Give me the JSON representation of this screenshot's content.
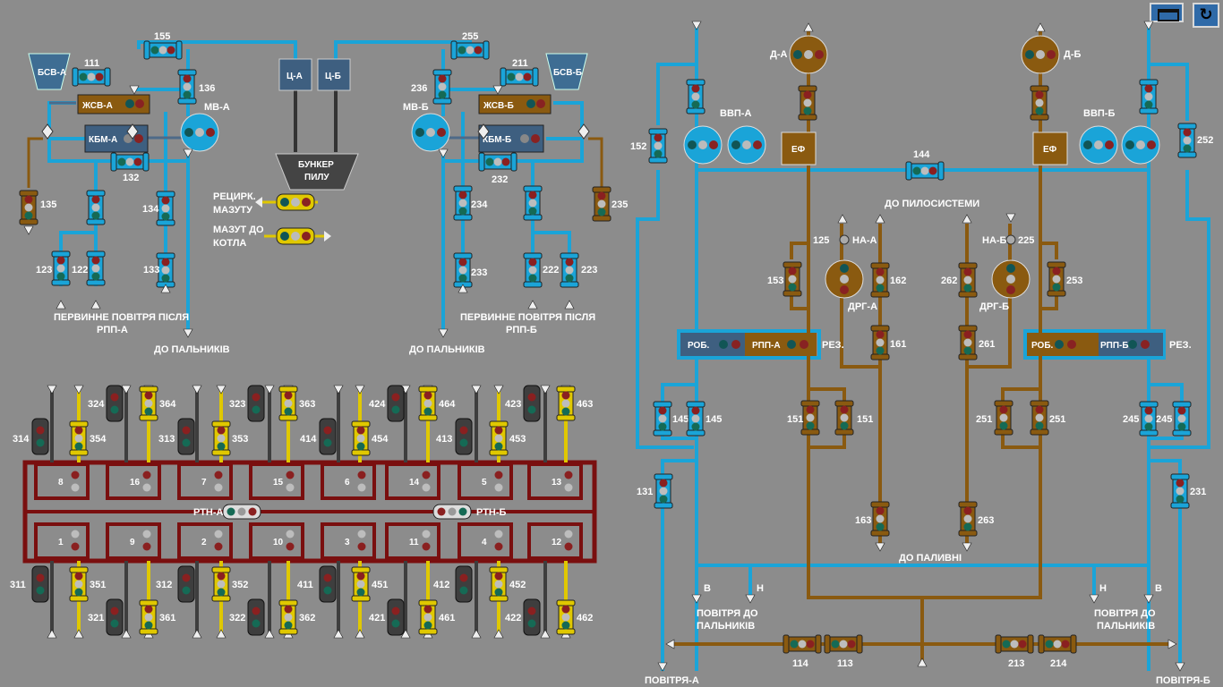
{
  "toolbar": {
    "window_icon": "window-icon",
    "back_icon": "refresh-icon"
  },
  "colors": {
    "air": "#1aa4d8",
    "fuel": "#8a5a10",
    "bg": "#8c8c8c",
    "grey_block": "#3e5f80",
    "yellow": "#e0c800",
    "dark": "#4a4a4a",
    "red": "#7a0f0f"
  },
  "left": {
    "bsv_a": "БСВ-А",
    "bsv_b": "БСВ-Б",
    "zhsv_a": "ЖСВ-А",
    "zhsv_b": "ЖСВ-Б",
    "kbm_a": "КБМ-А",
    "kbm_b": "КБМ-Б",
    "mv_a": "МВ-А",
    "mv_b": "МВ-Б",
    "c_a": "Ц-А",
    "c_b": "Ц-Б",
    "bunker": [
      "БУНКЕР",
      "ПИЛУ"
    ],
    "recirc": [
      "РЕЦИРК.",
      "МАЗУТУ"
    ],
    "mazut": [
      "МАЗУТ ДО",
      "КОТЛА"
    ],
    "primary_a": [
      "ПЕРВИННЕ ПОВІТРЯ ПІСЛЯ",
      "РПП-А"
    ],
    "primary_b": [
      "ПЕРВИННЕ ПОВІТРЯ ПІСЛЯ",
      "РПП-Б"
    ],
    "to_burners": "ДО ПАЛЬНИКІВ",
    "valves": {
      "v155": "155",
      "v255": "255",
      "v111": "111",
      "v211": "211",
      "v136": "136",
      "v236": "236",
      "v132": "132",
      "v232": "232",
      "v135": "135",
      "v235": "235",
      "v134": "134",
      "v234": "234",
      "v133": "133",
      "v233": "233",
      "v123": "123",
      "v122": "122",
      "v222": "222",
      "v223": "223"
    }
  },
  "burners": {
    "top_row": [
      "8",
      "16",
      "7",
      "15",
      "6",
      "14",
      "5",
      "13"
    ],
    "bottom_row": [
      "1",
      "9",
      "2",
      "10",
      "3",
      "11",
      "4",
      "12"
    ],
    "rtn_a": "РТН-А",
    "rtn_b": "РТН-Б",
    "top_valves": [
      "314",
      "324",
      "354",
      "364",
      "313",
      "323",
      "353",
      "363",
      "414",
      "424",
      "454",
      "464",
      "413",
      "423",
      "453",
      "463"
    ],
    "bottom_valves": [
      "311",
      "321",
      "351",
      "361",
      "312",
      "322",
      "352",
      "362",
      "411",
      "421",
      "451",
      "461",
      "412",
      "422",
      "452",
      "462"
    ]
  },
  "right": {
    "d_a": "Д-А",
    "d_b": "Д-Б",
    "vvp_a": "ВВП-А",
    "vvp_b": "ВВП-Б",
    "ef": "ЕФ",
    "to_dust": "ДО ПИЛОСИСТЕМИ",
    "na_a": "НА-А",
    "na_b": "НА-Б",
    "drg_a": "ДРГ-А",
    "drg_b": "ДРГ-Б",
    "rob": "РОБ.",
    "rpp_a": "РПП-А",
    "rpp_b": "РПП-Б",
    "rez": "РЕЗ.",
    "to_fuel": "ДО ПАЛИВНІ",
    "air_to_burners": [
      "ПОВІТРЯ ДО",
      "ПАЛЬНИКІВ"
    ],
    "v": "В",
    "n": "Н",
    "air_a": "ПОВІТРЯ-А",
    "air_b": "ПОВІТРЯ-Б",
    "valves": {
      "v152": "152",
      "v252": "252",
      "v144": "144",
      "v125": "125",
      "v225": "225",
      "v153": "153",
      "v162": "162",
      "v262": "262",
      "v253": "253",
      "v161": "161",
      "v261": "261",
      "v145": "145",
      "v245": "245",
      "v151": "151",
      "v251": "251",
      "v131": "131",
      "v231": "231",
      "v163": "163",
      "v263": "263",
      "v114": "114",
      "v113": "113",
      "v213": "213",
      "v214": "214"
    }
  }
}
